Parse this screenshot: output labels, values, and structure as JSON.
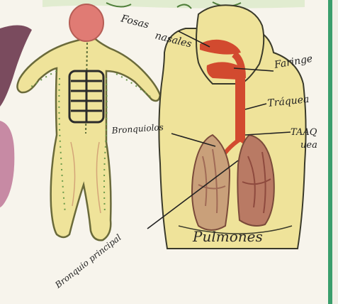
{
  "colors": {
    "paper": "#f7f4ec",
    "body_yellow": "#efe39a",
    "head_red": "#e07b74",
    "airway_red": "#d24a2f",
    "lung_brown": "#a06a56",
    "pink_edge": "#c78aa4",
    "purple_edge": "#7a4b5e",
    "green_border": "#3a9e6c",
    "ink": "#222222"
  },
  "labels": {
    "fosas": "Fosas",
    "nasales": "nasales",
    "faringe": "Faringe",
    "traquea": "Tráquea",
    "bronquiolos": "Bronquiolos",
    "taaq": "TAAQ",
    "uea": "uea",
    "bronquio_principal": "Bronquio principal",
    "pulmones": "Pulmones"
  }
}
